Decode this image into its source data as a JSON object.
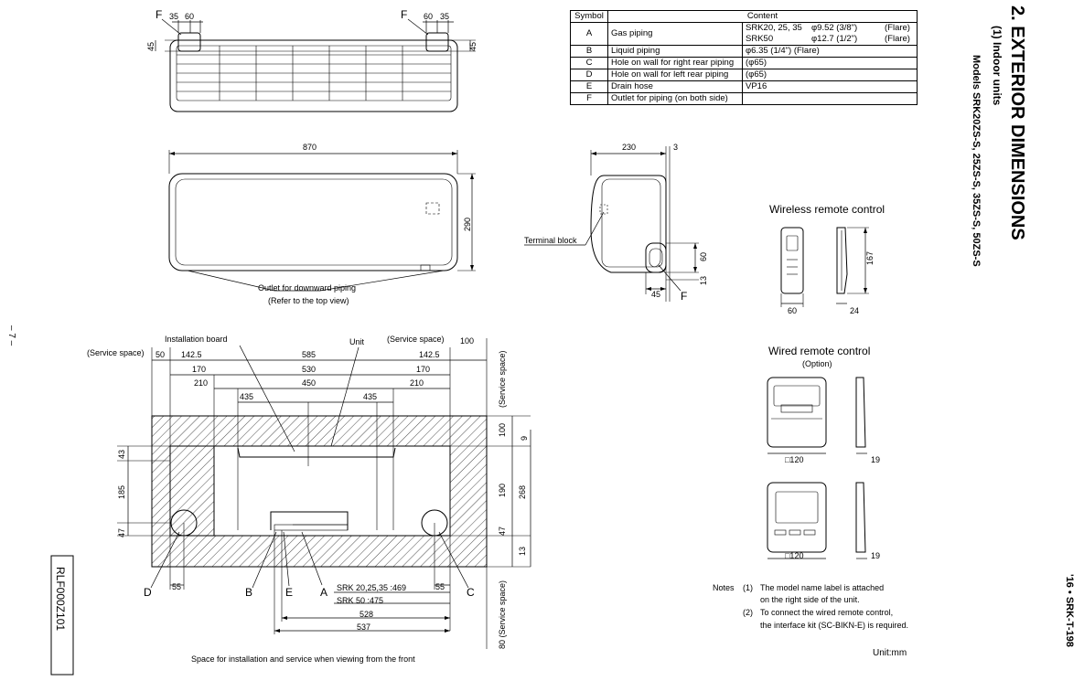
{
  "page": {
    "title": "2. EXTERIOR DIMENSIONS",
    "subtitle": "(1)  Indoor units",
    "models": "Models SRK20ZS-S, 25ZS-S, 35ZS-S, 50ZS-S",
    "doc_code": "RLF000Z101",
    "page_number": "– 7 –",
    "series_code": "'16 • SRK-T-198",
    "unit": "Unit:mm"
  },
  "table": {
    "header_symbol": "Symbol",
    "header_content": "Content",
    "rows": [
      {
        "symbol": "A",
        "content": "Gas piping",
        "detail": [
          {
            "model": "SRK20, 25, 35",
            "size": "φ9.52 (3/8\")",
            "type": "(Flare)"
          },
          {
            "model": "SRK50",
            "size": "φ12.7 (1/2\")",
            "type": "(Flare)"
          }
        ]
      },
      {
        "symbol": "B",
        "content": "Liquid piping",
        "detail_text": "φ6.35 (1/4\")    (Flare)"
      },
      {
        "symbol": "C",
        "content": "Hole on wall for right rear piping",
        "detail_text": "(φ65)"
      },
      {
        "symbol": "D",
        "content": "Hole on wall for left rear piping",
        "detail_text": "(φ65)"
      },
      {
        "symbol": "E",
        "content": "Drain hose",
        "detail_text": "VP16"
      },
      {
        "symbol": "F",
        "content": "Outlet for piping (on both side)",
        "detail_text": ""
      }
    ]
  },
  "top_view": {
    "label_f_left": "F",
    "label_f_right": "F",
    "dim_35_left": "35",
    "dim_60_left": "60",
    "dim_60_right": "60",
    "dim_35_right": "35",
    "dim_45_left": "45",
    "dim_45_right": "45"
  },
  "front_view": {
    "width": "870",
    "height": "290",
    "outlet_label_1": "Outlet for downward piping",
    "outlet_label_2": "(Refer to the top view)"
  },
  "side_view": {
    "depth": "230",
    "gap": "3",
    "terminal_block": "Terminal block",
    "dim_60": "60",
    "dim_13": "13",
    "dim_45": "45",
    "label_f": "F"
  },
  "wireless_remote": {
    "title": "Wireless remote control",
    "width": "60",
    "depth": "24",
    "height": "167"
  },
  "wired_remote": {
    "title": "Wired remote control",
    "option": "(Option)",
    "size_1": "□120",
    "depth_1": "19",
    "size_2": "□120",
    "depth_2": "19"
  },
  "installation": {
    "service_space_left": "(Service space)",
    "dim_50": "50",
    "dim_142_5_left": "142.5",
    "dim_585": "585",
    "dim_142_5_right": "142.5",
    "service_space_right": "(Service space)",
    "dim_100_top": "100",
    "installation_board": "Installation board",
    "unit_label": "Unit",
    "dim_170_left": "170",
    "dim_530": "530",
    "dim_170_right": "170",
    "dim_210_left": "210",
    "dim_450": "450",
    "dim_210_right": "210",
    "dim_435_left": "435",
    "dim_435_right": "435",
    "service_space_vertical": "(Service space)",
    "dim_100_right": "100",
    "dim_9": "9",
    "dim_190": "190",
    "dim_268": "268",
    "dim_47_right": "47",
    "dim_13": "13",
    "dim_43": "43",
    "dim_185": "185",
    "dim_47_left": "47",
    "dim_55_left": "55",
    "dim_55_right": "55",
    "srk_1": "SRK 20,25,35 :469",
    "srk_2": "SRK 50          :475",
    "dim_528": "528",
    "dim_537": "537",
    "service_space_bottom": "80 (Service space)",
    "label_d": "D",
    "label_b": "B",
    "label_e": "E",
    "label_a": "A",
    "label_c": "C",
    "caption": "Space for installation and service when viewing from the front"
  },
  "notes": {
    "heading": "Notes",
    "n1_num": "(1)",
    "n1_l1": "The model name label is attached",
    "n1_l2": "on the right side of the unit.",
    "n2_num": "(2)",
    "n2_l1": "To connect the wired remote control,",
    "n2_l2": "the interface kit (SC-BIKN-E) is required."
  }
}
